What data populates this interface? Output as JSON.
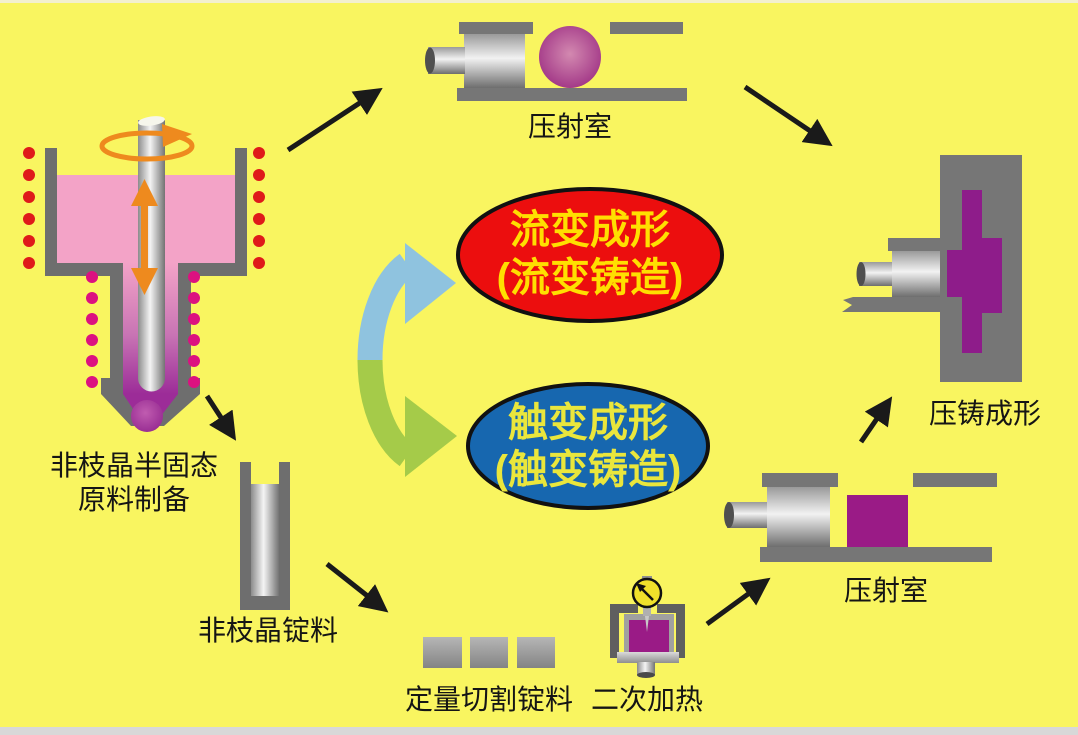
{
  "canvas": {
    "background": "#F9F560",
    "top_strip": "#F3F0CE",
    "bottom_strip": "#D8D8D8"
  },
  "process_labels": {
    "slurry_prep_line1": "非枝晶半固态",
    "slurry_prep_line2": "原料制备",
    "shot_chamber_top": "压射室",
    "die_casting": "压铸成形",
    "ingot": "非枝晶锭料",
    "cut_ingot": "定量切割锭料",
    "reheating": "二次加热",
    "shot_chamber_bottom": "压射室"
  },
  "routes": {
    "rheo": {
      "line1": "流变成形",
      "line2": "(流变铸造)",
      "fill": "#EC0E0E",
      "text_color": "#FFDF00"
    },
    "thixo": {
      "line1": "触变成形",
      "line2": "(触变铸造)",
      "fill": "#1767AF",
      "text_color": "#EAE63C"
    }
  },
  "colors": {
    "metal_wall_gray": "#6E6E6E",
    "machine_bar_gray": "#767676",
    "liquid_pink": "#F3A3C7",
    "semi_solid_purple": "#9A1B86",
    "die_part_purple": "#8E1C8A",
    "heater_red_dots": "#DF1A1A",
    "heater_magenta_dots": "#DC1180",
    "stir_arrow_orange": "#EE8A1E",
    "cycle_arrow_blue": "#8FC3DF",
    "cycle_arrow_green": "#A5CB49",
    "flow_arrow_black": "#1A1A1A",
    "gauge_yellow": "#F0E12B"
  }
}
